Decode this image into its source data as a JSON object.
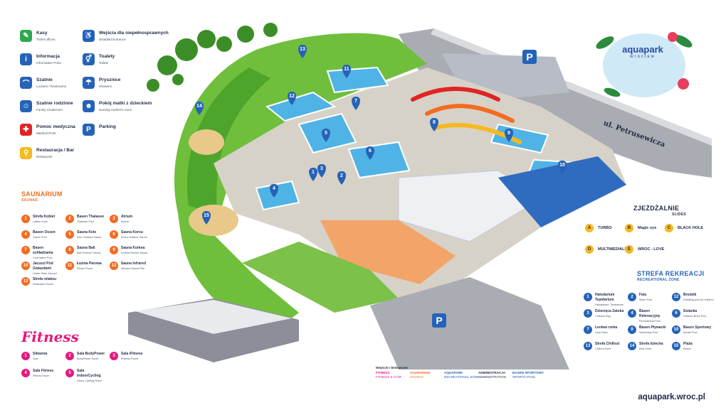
{
  "brand": {
    "name": "aquapark",
    "city": "wrocław",
    "url": "aquapark.wroc.pl"
  },
  "street": "ul. Petrusewicza",
  "colors": {
    "green": "#2fa84f",
    "blue": "#2563b8",
    "navy": "#1f2a44",
    "red": "#e02424",
    "orange": "#f26c21",
    "yellow": "#f5b921",
    "pink": "#e6197e",
    "purple": "#4b3b8f"
  },
  "legend": [
    {
      "icon": "ticket-icon",
      "pl": "Kasy",
      "en": "Ticket offices",
      "color": "#2fa84f"
    },
    {
      "icon": "info-icon",
      "pl": "Informacja",
      "en": "Information Point",
      "color": "#2563b8"
    },
    {
      "icon": "hanger-icon",
      "pl": "Szatnie",
      "en": "Lockers / Restrooms",
      "color": "#2563b8"
    },
    {
      "icon": "family-icon",
      "pl": "Szatnie rodzinne",
      "en": "Family Cloakroom",
      "color": "#2563b8"
    },
    {
      "icon": "cross-icon",
      "pl": "Pomoc medyczna",
      "en": "Medical Point",
      "color": "#e02424"
    },
    {
      "icon": "restaurant-icon",
      "pl": "Restauracja / Bar",
      "en": "Restaurant",
      "color": "#f5b921"
    },
    {
      "icon": "wheelchair-icon",
      "pl": "Wejścia dla niepełnosprawnych",
      "en": "Disabled Entrance",
      "color": "#2563b8"
    },
    {
      "icon": "toilet-icon",
      "pl": "Toalety",
      "en": "Toilets",
      "color": "#2563b8"
    },
    {
      "icon": "shower-icon",
      "pl": "Prysznice",
      "en": "Showers",
      "color": "#2563b8"
    },
    {
      "icon": "baby-icon",
      "pl": "Pokój matki z dzieckiem",
      "en": "Nursing mother's room",
      "color": "#2563b8"
    },
    {
      "icon": "parking-icon",
      "pl": "Parking",
      "en": "",
      "color": "#2563b8"
    }
  ],
  "saunarium": {
    "title": "SAUNARIUM",
    "subtitle": "SAUNAS",
    "items": [
      {
        "n": "1",
        "pl": "Strefa Kobiet",
        "en": "Ladies Zone"
      },
      {
        "n": "2",
        "pl": "Basen Thalasso",
        "en": "Thalasso Pool"
      },
      {
        "n": "3",
        "pl": "Atrium",
        "en": "Atrium"
      },
      {
        "n": "4",
        "pl": "Basen Ossen",
        "en": "Ossen Pool"
      },
      {
        "n": "5",
        "pl": "Sauna Kelo",
        "en": "Kelo Outdoor Sauna"
      },
      {
        "n": "6",
        "pl": "Sauna Korsu",
        "en": "Korsu Outdoor Sauna"
      },
      {
        "n": "7",
        "pl": "Basen schładzania",
        "en": "Cold Water Pool"
      },
      {
        "n": "8",
        "pl": "Sauna Bali",
        "en": "Bali Outdoor Sauna"
      },
      {
        "n": "9",
        "pl": "Sauna Korkea",
        "en": "Korkea Finnish Sauna"
      },
      {
        "n": "10",
        "pl": "Jacuzzi Pod Gwiazdami",
        "en": "Under Stars Jacuzzi"
      },
      {
        "n": "11",
        "pl": "Łaźnia Parowa",
        "en": "Steam Room"
      },
      {
        "n": "12",
        "pl": "Sauna Infrared",
        "en": "Infrared Sauna Pilvi"
      },
      {
        "n": "13",
        "pl": "Strefa relaksu",
        "en": "Relaxation Room"
      }
    ]
  },
  "fitness": {
    "title": "Fitness",
    "items": [
      {
        "n": "1",
        "pl": "Siłownia",
        "en": "Gym"
      },
      {
        "n": "2",
        "pl": "Sala BodyPower",
        "en": "BodyPower Room"
      },
      {
        "n": "3",
        "pl": "Sala iFitness",
        "en": "iFitness Room"
      },
      {
        "n": "4",
        "pl": "Sala Fitness",
        "en": "Fitness Room"
      },
      {
        "n": "5",
        "pl": "Sala IndoorCycling",
        "en": "Indoor Cycling Room"
      }
    ]
  },
  "slides": {
    "title": "ZJEŻDŻALNIE",
    "subtitle": "SLIDES",
    "items": [
      {
        "n": "A",
        "name": "TURBO"
      },
      {
        "n": "B",
        "name": "Magic eye"
      },
      {
        "n": "C",
        "name": "BLACK HOLE"
      },
      {
        "n": "D",
        "name": "MULTIMEDIALNA"
      },
      {
        "n": "E",
        "name": "WROC - LOVE"
      }
    ]
  },
  "recreation": {
    "title": "STREFA REKREACJI",
    "subtitle": "RECREATIONAL ZONE",
    "items": [
      {
        "n": "1",
        "pl": "Halodarium Tepidarium",
        "en": "Halodarium, Tepidarium"
      },
      {
        "n": "2",
        "pl": "Fala",
        "en": "Wave Pool"
      },
      {
        "n": "12",
        "pl": "Brodzik",
        "en": "Paddling pool for children"
      },
      {
        "n": "3",
        "pl": "Dziecięca Zatoka",
        "en": "Children Bay"
      },
      {
        "n": "4",
        "pl": "Basen Rekreacyjny",
        "en": "Recreational Pool"
      },
      {
        "n": "6",
        "pl": "Solanka",
        "en": "Outdoor Brine Pool"
      },
      {
        "n": "7",
        "pl": "Leniwa rzeka",
        "en": "Lazy River"
      },
      {
        "n": "9",
        "pl": "Basen Pływacki",
        "en": "Swimming Pool"
      },
      {
        "n": "10",
        "pl": "Basen Sportowy",
        "en": "Sports Pool"
      },
      {
        "n": "13",
        "pl": "Strefa Chillout",
        "en": "Chillout Zone"
      },
      {
        "n": "14",
        "pl": "Strefa dziecka",
        "en": "Kids Zone"
      },
      {
        "n": "15",
        "pl": "Plaża",
        "en": "Beach"
      }
    ]
  },
  "entrances": {
    "title": "Wejście / Entrances",
    "cols": [
      {
        "pl": "FITNESS",
        "en": "FITNESS & GYM",
        "color": "#e6197e"
      },
      {
        "pl": "SAUNARIUM",
        "en": "SAUNAS",
        "color": "#f26c21"
      },
      {
        "pl": "AQUAPARK",
        "en": "RECREATIONAL ZONE",
        "color": "#2563b8"
      },
      {
        "pl": "ADMINISTRACJA",
        "en": "ADMINISTRATION",
        "color": "#1f2a44"
      },
      {
        "pl": "BASEN SPORTOWY",
        "en": "SPORTS POOL",
        "color": "#2563b8"
      }
    ]
  },
  "map_labels": {
    "parking": "P",
    "pins": [
      "1",
      "2",
      "3",
      "4",
      "5",
      "6",
      "7",
      "8",
      "9",
      "10",
      "11",
      "12",
      "13",
      "14",
      "15"
    ]
  }
}
